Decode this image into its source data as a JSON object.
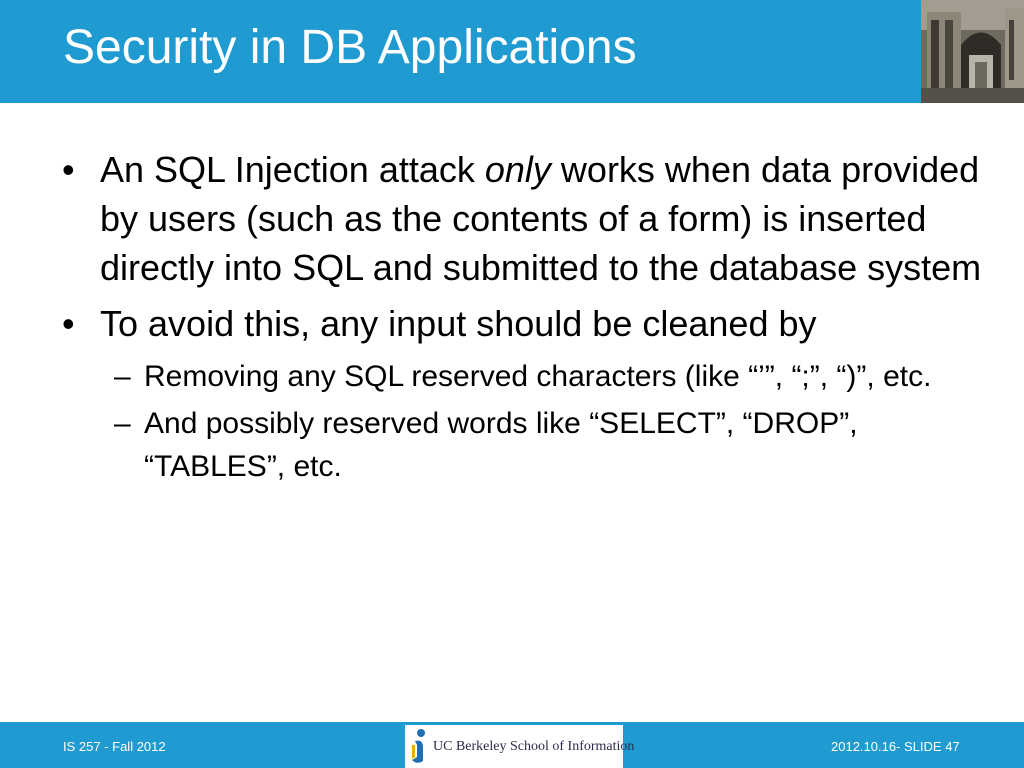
{
  "slide": {
    "title": "Security in DB Applications",
    "bullets": [
      {
        "before": "An SQL Injection attack ",
        "emphasis": "only",
        "after": " works when data provided by users (such as the contents of a form) is inserted directly into SQL and submitted to the database system"
      },
      {
        "text": "To avoid this, any input should be cleaned by",
        "subbullets": [
          "Removing any SQL reserved characters (like “’”, “;”, “)”, etc.",
          "And possibly reserved words like “SELECT”, “DROP”, “TABLES”, etc."
        ]
      }
    ],
    "bullet_marker": "•",
    "sub_marker": "–"
  },
  "footer": {
    "course": "IS 257 - Fall 2012",
    "logo_text": "UC Berkeley School of Information",
    "slide_ref": "2012.10.16- SLIDE 47"
  },
  "colors": {
    "accent": "#1f9bd1",
    "text": "#000000",
    "header_text": "#ffffff"
  },
  "icons": {
    "header_image": "campus-building-photo",
    "logo": "ischool-logo-icon"
  }
}
